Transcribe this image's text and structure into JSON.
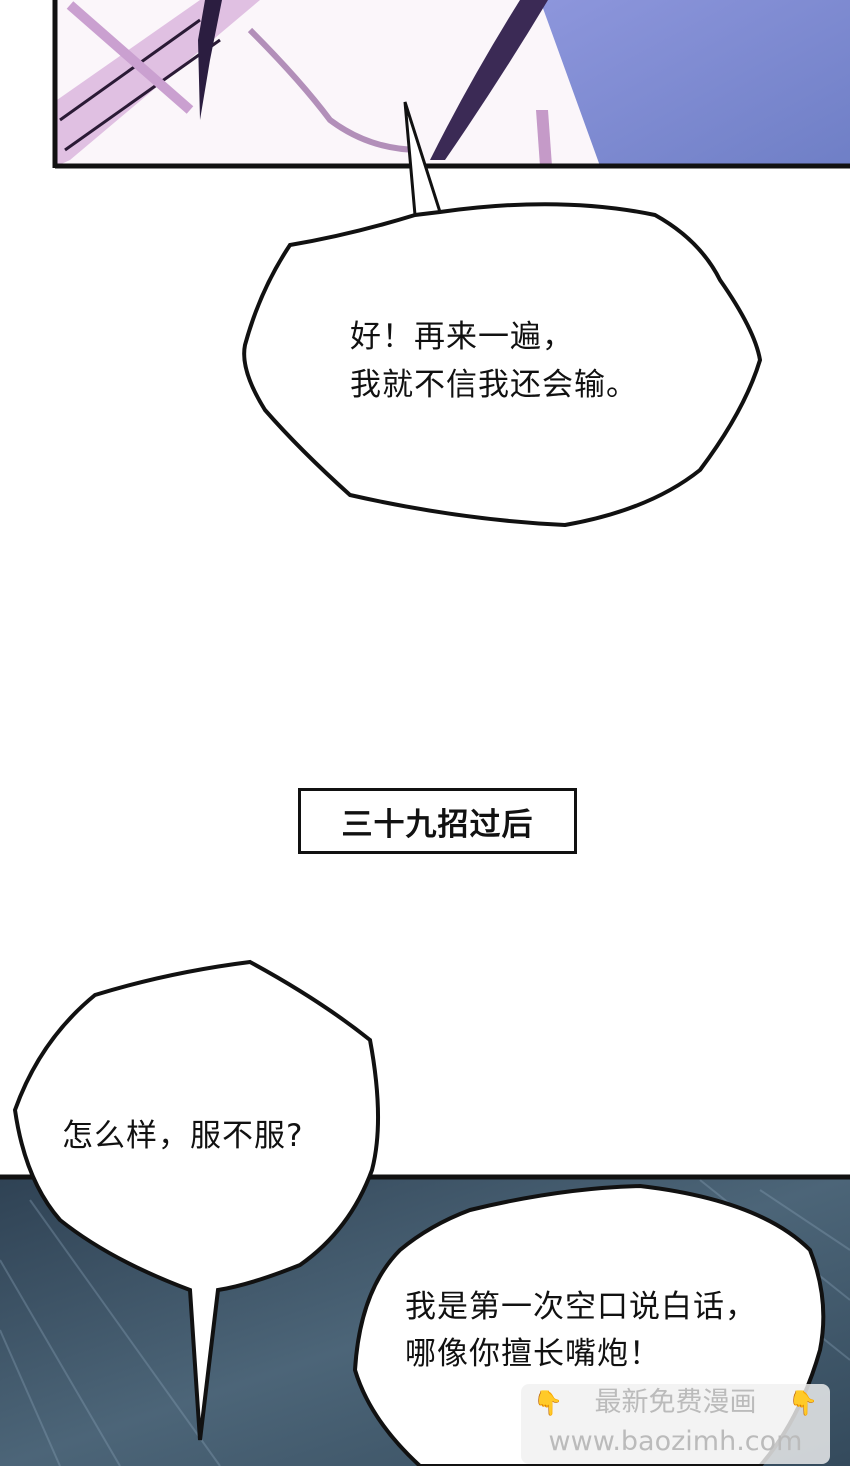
{
  "panels": {
    "bubble_1": {
      "lines": [
        "好！再来一遍，",
        "我就不信我还会输。"
      ]
    },
    "caption": {
      "text": "三十九招过后"
    },
    "bubble_2": {
      "lines": [
        "怎么样，服不服?"
      ]
    },
    "bubble_3": {
      "lines": [
        "我是第一次空口说白话，",
        "哪像你擅长嘴炮！"
      ]
    }
  },
  "watermark": {
    "line1": "最新免费漫画",
    "line2": "www.baozimh.com",
    "icon": "pointing-hand-icon",
    "hand_glyph": "👇"
  },
  "colors": {
    "ink": "#111111",
    "top_panel_blue": "#7f8fd6",
    "bottom_panel": "#3c5468"
  }
}
